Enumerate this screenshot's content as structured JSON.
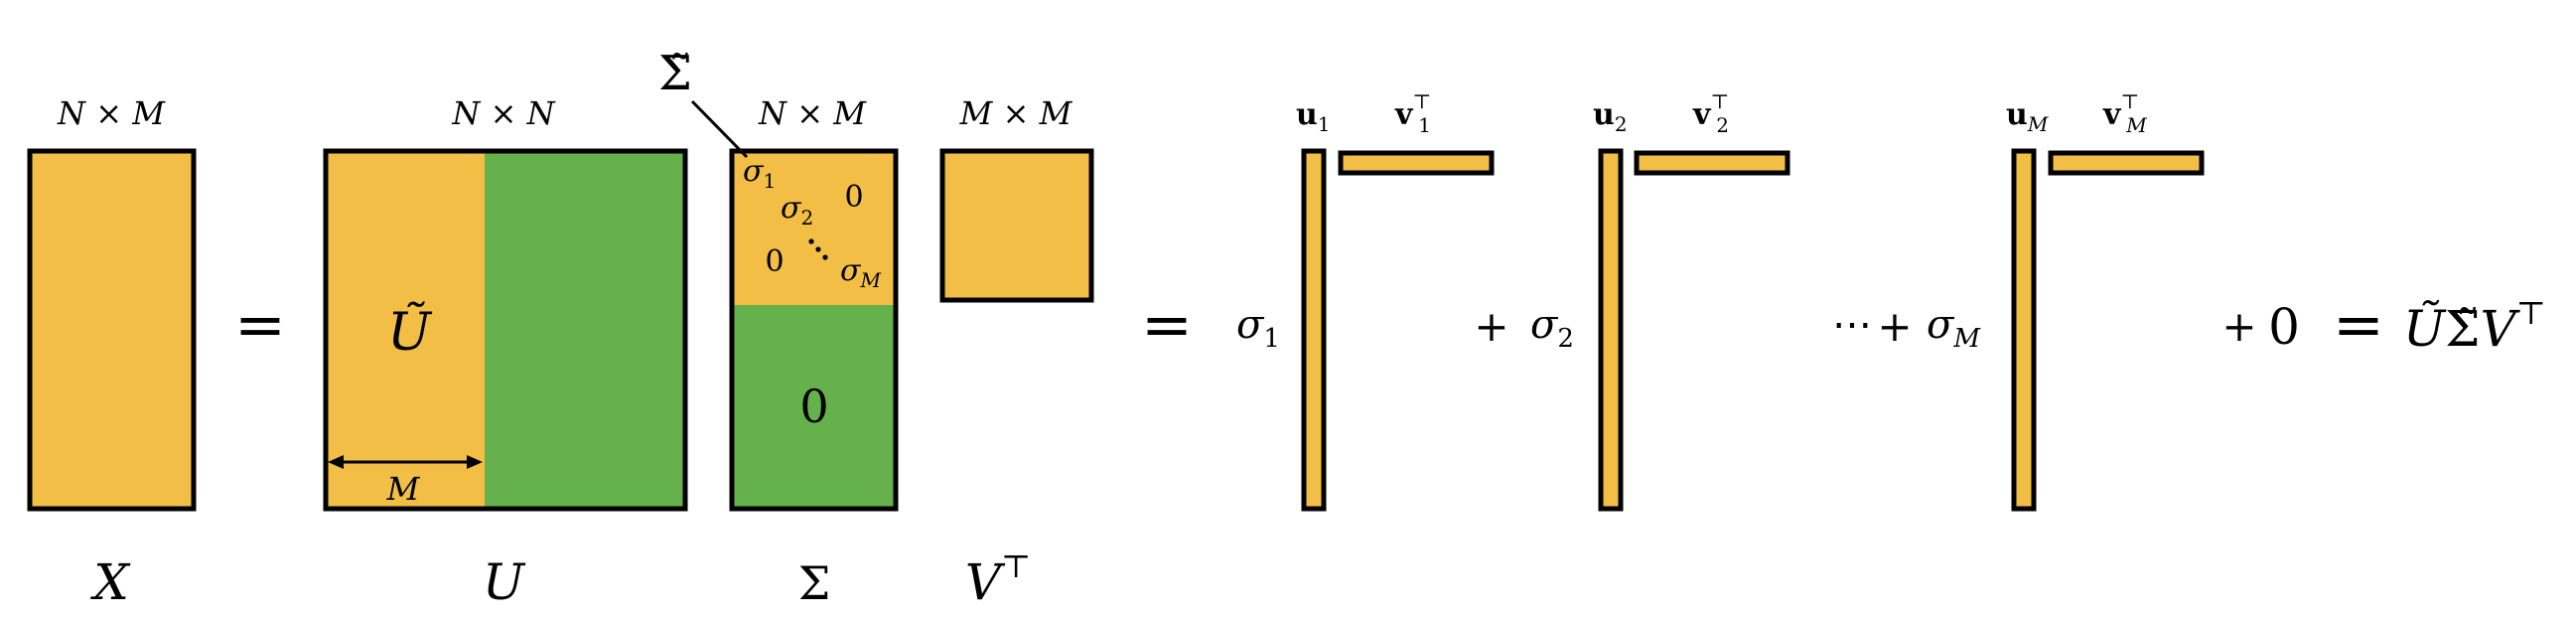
{
  "colors": {
    "yellow": "#F2BE45",
    "green": "#65B14B",
    "stroke": "#000000"
  },
  "dims": {
    "x": "N × M",
    "u": "N × N",
    "sigma": "N × M",
    "vt": "M × M"
  },
  "labels": {
    "x": "X",
    "u": "U",
    "sigma": "Σ",
    "vt_base": "V",
    "top": "⊤",
    "u_tilde": "Ũ",
    "sigma_tilde": "Σ̃",
    "width_m": "M",
    "zero_block": "0"
  },
  "sigma_entries": {
    "s1_base": "σ",
    "s1_sub": "1",
    "s2_base": "σ",
    "s2_sub": "2",
    "sm_base": "σ",
    "sm_sub": "M",
    "zero_upper": "0",
    "zero_lower": "0",
    "dots": "⋱"
  },
  "equation": {
    "equals": "=",
    "plus": "+",
    "dots": "⋯",
    "zero": "0",
    "u_base": "u",
    "v_base": "v",
    "terms": [
      {
        "coef_base": "σ",
        "coef_sub": "1",
        "sub": "1"
      },
      {
        "coef_base": "σ",
        "coef_sub": "2",
        "sub": "2"
      },
      {
        "coef_base": "σ",
        "coef_sub": "M",
        "sub": "M"
      }
    ],
    "result_u": "Ũ",
    "result_sigma": "Σ̃",
    "result_v": "V"
  }
}
